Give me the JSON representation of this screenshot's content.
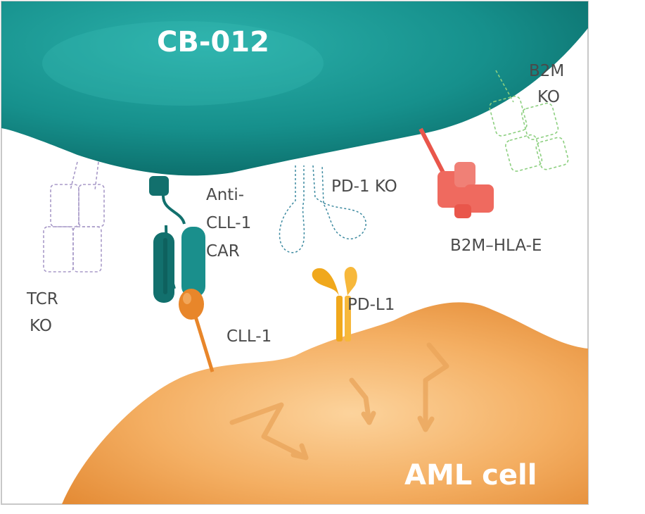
{
  "cells": {
    "top_cell": {
      "name": "CB-012",
      "color": "#1a8f8c"
    },
    "bottom_cell": {
      "name": "AML cell",
      "color": "#f2a861"
    }
  },
  "labels": {
    "tcr_ko": [
      "TCR",
      "KO"
    ],
    "car": [
      "Anti-",
      "CLL-1",
      "CAR"
    ],
    "pd1_ko": "PD-1 KO",
    "b2m_ko": [
      "B2M",
      "KO"
    ],
    "b2m_hla_e": "B2M–HLA-E",
    "pdl1": "PD-L1",
    "cll1": "CLL-1"
  },
  "colors": {
    "car": "#12706d",
    "cll1": "#e8862a",
    "pdl1": "#f0a81c",
    "hla_e": "#ef6a5f",
    "pd1_outline": "#3d8aa0",
    "tcr_outline": "#a89ac8",
    "b2m_outline": "#8ccf7f",
    "label_text": "#4a4a4a"
  },
  "icons": [
    "car-receptor-icon",
    "cll1-antigen-icon",
    "pdl1-ligand-icon",
    "hla-e-protein-icon",
    "tcr-ghost-icon",
    "pd1-ghost-icon",
    "b2m-ghost-icon",
    "signal-arrow-icon"
  ]
}
